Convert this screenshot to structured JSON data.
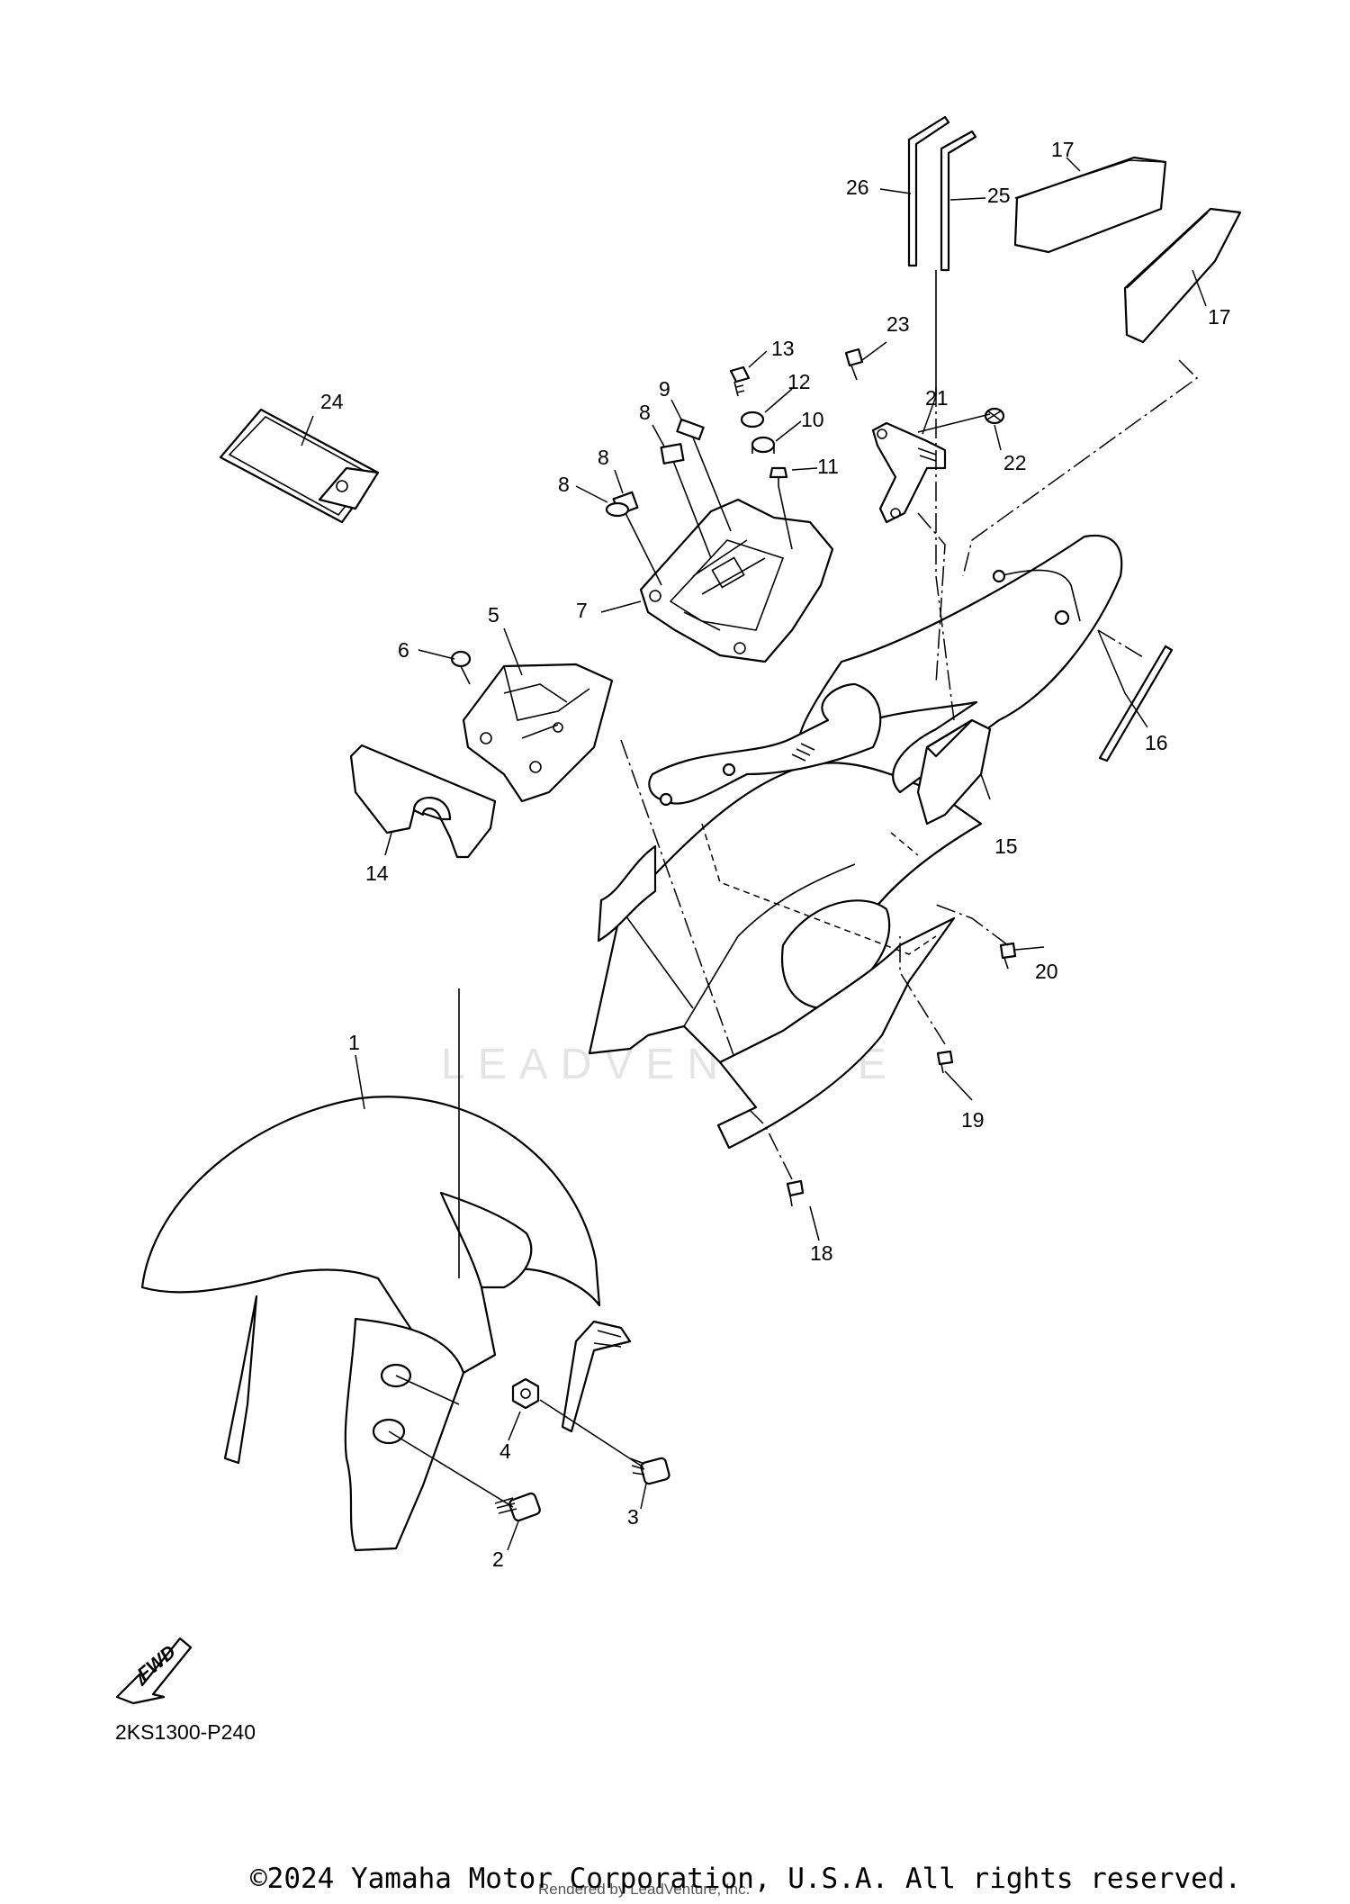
{
  "diagram": {
    "callouts": [
      "1",
      "2",
      "3",
      "4",
      "5",
      "6",
      "7",
      "8",
      "8",
      "8",
      "9",
      "10",
      "11",
      "12",
      "13",
      "14",
      "15",
      "16",
      "17",
      "17",
      "18",
      "19",
      "20",
      "21",
      "22",
      "23",
      "24",
      "25",
      "26"
    ],
    "diagram_code": "2KS1300-P240",
    "fwd_label": "FWD",
    "watermark": "LEADVENTURE",
    "copyright": "©2024 Yamaha Motor Corporation, U.S.A. All rights reserved.",
    "rendered_by": "Rendered by LeadVenture, Inc."
  }
}
